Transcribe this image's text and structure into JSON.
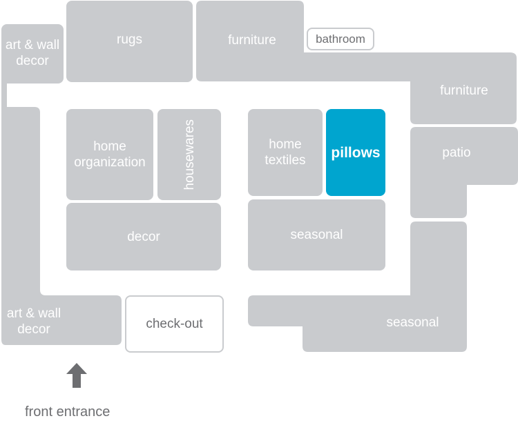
{
  "departments": {
    "art_wall_decor_top": "art & wall\ndecor",
    "rugs": "rugs",
    "furniture_top": "furniture",
    "bathroom": "bathroom",
    "furniture_right": "furniture",
    "home_organization": "home\norganization",
    "housewares": "housewares",
    "home_textiles": "home\ntextiles",
    "pillows": "pillows",
    "patio": "patio",
    "decor": "decor",
    "seasonal_center": "seasonal",
    "art_wall_decor_bottom": "art & wall\ndecor",
    "check_out": "check-out",
    "seasonal_right": "seasonal"
  },
  "entrance": {
    "label": "front entrance",
    "arrow_icon": "up-arrow-icon"
  },
  "colors": {
    "department": "#c9cbce",
    "highlight": "#00a5cf",
    "text_light": "#ffffff",
    "text_dark": "#6d6e71",
    "arrow": "#6d6e71"
  }
}
